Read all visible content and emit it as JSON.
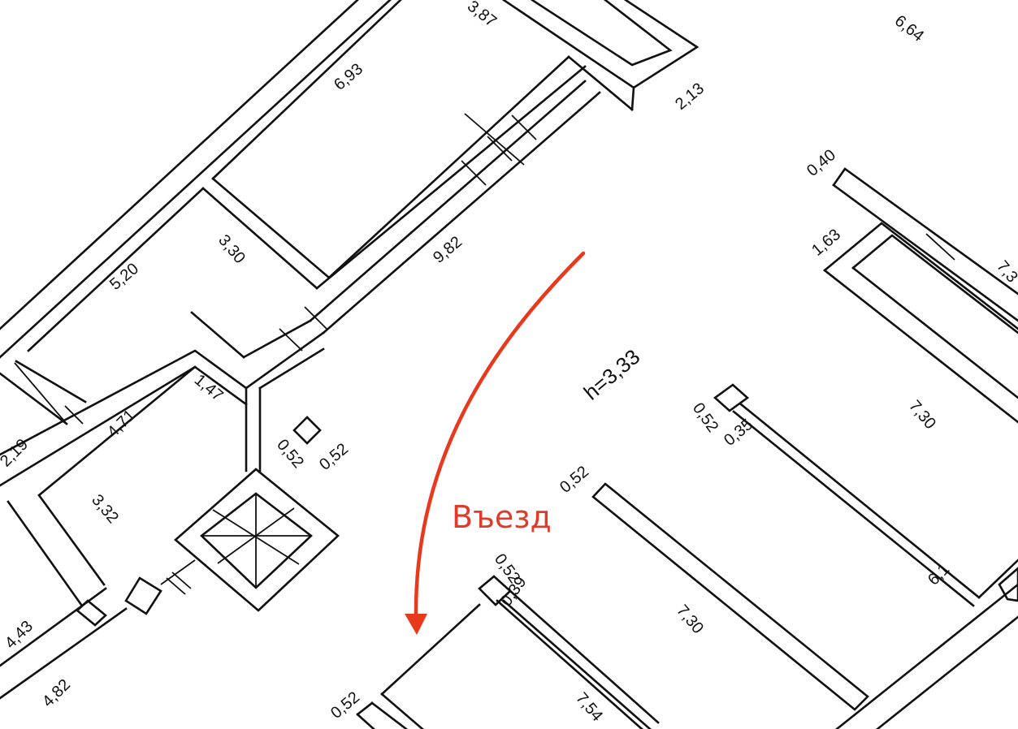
{
  "annotation": {
    "entry_label": "Въезд",
    "arrow_color": "#e8391d",
    "text_color": "#e03a2a"
  },
  "ceiling_height": "h=3,33",
  "dimensions": {
    "d_3_87": "3,87",
    "d_6_64": "6,64",
    "d_6_93": "6,93",
    "d_2_13": "2,13",
    "d_0_40": "0,40",
    "d_1_63": "1,63",
    "d_7_3_top": "7,3",
    "d_5_20": "5,20",
    "d_3_30": "3,30",
    "d_9_82": "9,82",
    "d_1_47": "1,47",
    "d_4_71": "4,71",
    "d_2_19": "2,19",
    "d_0_52_a": "0,52",
    "d_0_52_b": "0,52",
    "d_0_52_col": "0,52",
    "d_0_35": "0,35",
    "d_7_30_right": "7,30",
    "d_0_52_left": "0,52",
    "d_3_32": "3,32",
    "d_6_1": "6,1",
    "d_0_52_mid": "0,52",
    "d_0_39": "0,39",
    "d_7_30_center": "7,30",
    "d_4_43": "4,43",
    "d_4_82": "4,82",
    "d_0_52_bottom": "0,52",
    "d_7_54": "7,54"
  }
}
